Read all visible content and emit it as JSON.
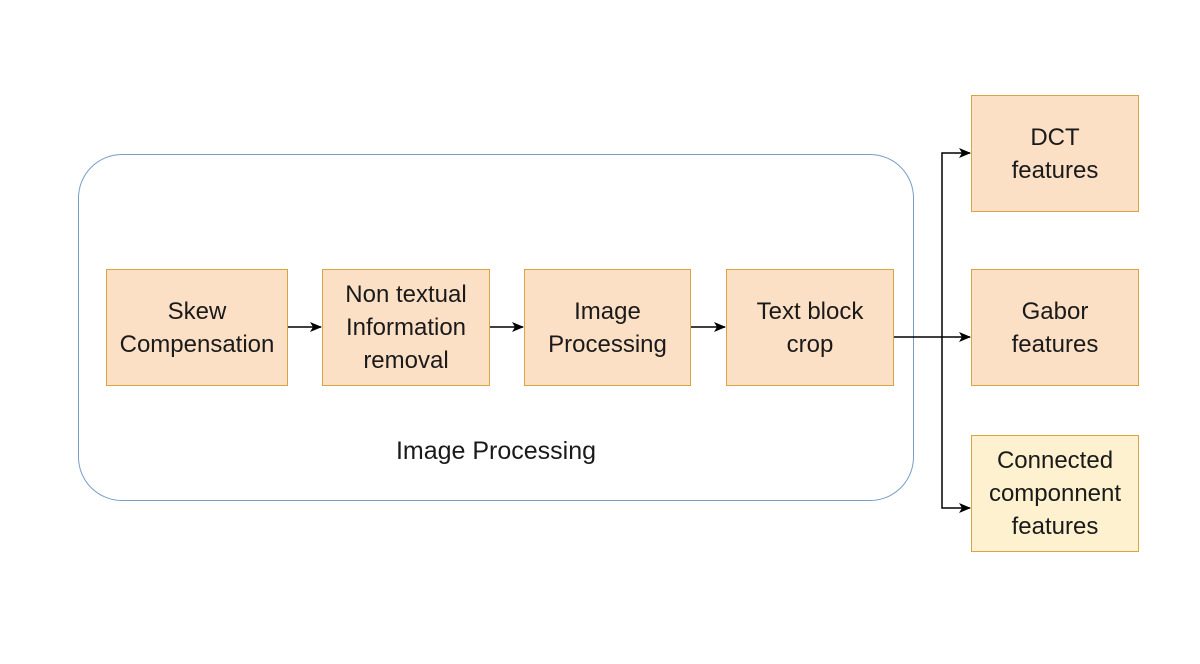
{
  "container": {
    "label": "Image Processing"
  },
  "pipeline": [
    {
      "lines": [
        "Skew",
        "Compensation"
      ]
    },
    {
      "lines": [
        "Non textual",
        "Information",
        "removal"
      ]
    },
    {
      "lines": [
        "Image",
        "Processing"
      ]
    },
    {
      "lines": [
        "Text block",
        "crop"
      ]
    }
  ],
  "features": [
    {
      "lines": [
        "DCT",
        "features"
      ]
    },
    {
      "lines": [
        "Gabor",
        "features"
      ]
    },
    {
      "lines": [
        "Connected",
        "componnent",
        "features"
      ]
    }
  ],
  "colors": {
    "node_fill": "#fbe0c6",
    "node_fill_light": "#fdf1cf",
    "node_border": "#d9a441",
    "container_border": "#7a9cc4",
    "arrow": "#000000"
  }
}
